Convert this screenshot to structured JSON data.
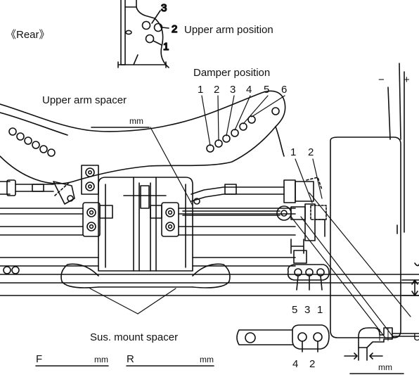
{
  "labels": {
    "rear": "《Rear》",
    "upper_arm_position": "Upper arm position",
    "damper_position": "Damper position",
    "upper_arm_spacer": "Upper arm spacer",
    "sus_mount_spacer": "Sus. mount spacer",
    "front": "F",
    "rear_short": "R",
    "mm": "mm",
    "minus": "−",
    "plus": "+",
    "cut_label": "U"
  },
  "arm_positions": [
    "3",
    "2",
    "1"
  ],
  "damper_positions": [
    "1",
    "2",
    "3",
    "4",
    "5",
    "6"
  ],
  "camber_positions": [
    "1",
    "2"
  ],
  "mount_positions_lower": [
    "5",
    "3",
    "1"
  ],
  "mount_positions_inset": [
    "4",
    "2"
  ]
}
